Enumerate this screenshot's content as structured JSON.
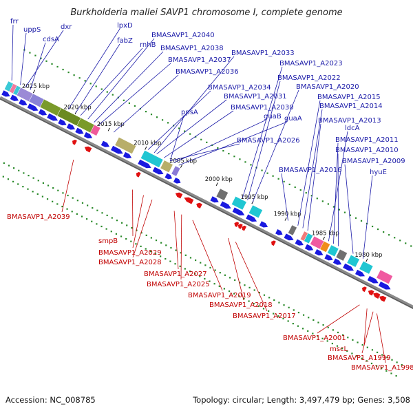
{
  "title": "Burkholderia mallei SAVP1 chromosome I, complete genome",
  "footer": {
    "accession": "Accession: NC_008785",
    "stats": "Topology: circular; Length: 3,497,479 bp; Genes: 3,508"
  },
  "colors": {
    "forward_label": "#1a1aa8",
    "reverse_label": "#c00000",
    "forward_arrow": "#1a1ae0",
    "reverse_arrow": "#e01010",
    "backbone": "#8a8a8a",
    "gc_dots": "#2a8a2a"
  },
  "scale_ticks": [
    "2025 kbp",
    "2020 kbp",
    "2015 kbp",
    "2010 kbp",
    "2005 kbp",
    "2000 kbp",
    "1995 kbp",
    "1990 kbp",
    "1985 kbp",
    "1980 kbp"
  ],
  "forward_labels": [
    "frr",
    "uppS",
    "dxr",
    "cdsA",
    "lpxD",
    "fabZ",
    "rnhB",
    "BMASAVP1_A2040",
    "BMASAVP1_A2038",
    "BMASAVP1_A2037",
    "BMASAVP1_A2036",
    "BMASAVP1_A2033",
    "BMASAVP1_A2034",
    "BMASAVP1_A2031",
    "ppsA",
    "BMASAVP1_A2030",
    "guaB",
    "guaA",
    "BMASAVP1_A2026",
    "BMASAVP1_A2023",
    "BMASAVP1_A2022",
    "BMASAVP1_A2020",
    "BMASAVP1_A2015",
    "BMASAVP1_A2014",
    "BMASAVP1_A2013",
    "ldcA",
    "BMASAVP1_A2011",
    "BMASAVP1_A2010",
    "BMASAVP1_A2009",
    "hyuE",
    "BMASAVP1_A2016"
  ],
  "reverse_labels": [
    "BMASAVP1_A2039",
    "smpB",
    "BMASAVP1_A2029",
    "BMASAVP1_A2028",
    "BMASAVP1_A2027",
    "BMASAVP1_A2025",
    "BMASAVP1_A2019",
    "BMASAVP1_A2018",
    "BMASAVP1_A2017",
    "BMASAVP1_A2001",
    "mscL",
    "BMASAVP1_A1999",
    "BMASAVP1_A1998"
  ]
}
